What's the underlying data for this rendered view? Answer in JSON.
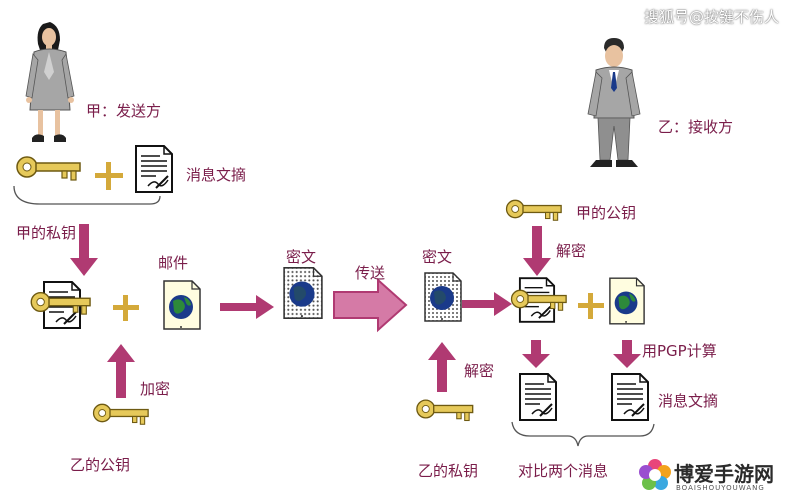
{
  "watermark": "搜狐号@按键不伤人",
  "labels": {
    "sender": "甲：发送方",
    "receiver": "乙：接收方",
    "digest_left": "消息文摘",
    "sender_private_key": "甲的私钥",
    "mail": "邮件",
    "encrypt": "加密",
    "receiver_public_key": "乙的公钥",
    "cipher_left": "密文",
    "transmit": "传送",
    "cipher_right": "密文",
    "decrypt_right": "解密",
    "receiver_private_key": "乙的私钥",
    "sender_public_key": "甲的公钥",
    "decrypt_top": "解密",
    "pgp_compute": "用PGP计算",
    "digest_right": "消息文摘",
    "compare": "对比两个消息"
  },
  "logo": {
    "name": "博爱手游网",
    "domain": "BOAISHOUYOUWANG"
  },
  "colors": {
    "text": "#7a1d4a",
    "arrow": "#b03a72",
    "key": "#c9a52a",
    "suit": "#a6a6a6"
  }
}
